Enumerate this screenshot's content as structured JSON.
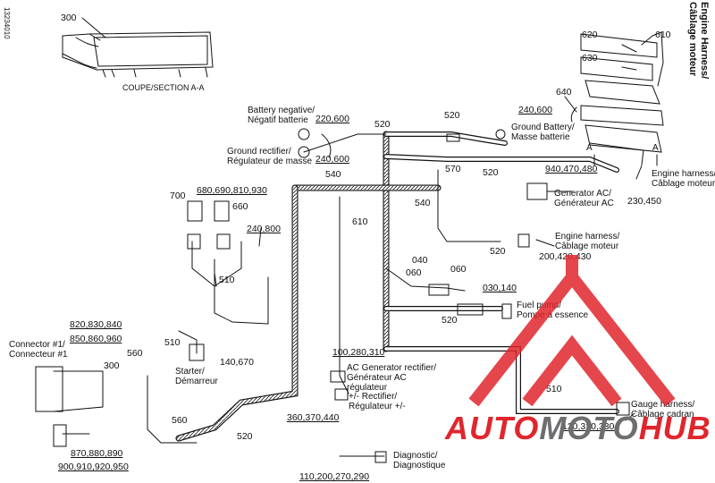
{
  "doc_code": "13234010",
  "title_line1": "Engine Harness/",
  "title_line2": "Câblage moteur",
  "section_caption": "COUPE/SECTION A-A",
  "parts": {
    "p300_top": "300",
    "p620": "620",
    "p610_top": "610",
    "p630": "630",
    "p640": "640",
    "p520_a": "520",
    "p520_b": "520",
    "p220_600": "220,600",
    "p240_600_gr": "240,600",
    "p240_600_bat": "240,600",
    "p540_a": "540",
    "p570": "570",
    "p520_c": "520",
    "p940": "940,470,480",
    "p700": "700",
    "p680": "680,690,810,930",
    "p660": "660",
    "p610_mid": "610",
    "p540_b": "540",
    "p230_450": "230,450",
    "p240_800": "240,800",
    "p520_d": "520",
    "p200_420": "200,420,430",
    "p040": "040",
    "p060_a": "060",
    "p060_b": "060",
    "p030_140": "030,140",
    "p510_a": "510",
    "p520_e": "520",
    "p820": "820,830,840",
    "p850": "850,860,960",
    "p510_b": "510",
    "p100_280": "100,280,310",
    "p300_mid": "300",
    "p560_a": "560",
    "p140_670": "140,670",
    "p360": "360,370,440",
    "p510_c": "510",
    "p560_b": "560",
    "p520_f": "520",
    "p120": "120,320,330",
    "p870": "870,880,890",
    "p900": "900,910,920,950",
    "p110": "110,200,270,290"
  },
  "labels": {
    "battery_neg": [
      "Battery negative/",
      "Négatif batterie"
    ],
    "ground_battery": [
      "Ground Battery/",
      "Masse batterie"
    ],
    "ground_rectifier": [
      "Ground rectifier/",
      "Régulateur de masse"
    ],
    "engine_harness_a": [
      "Engine harness/",
      "Câblage moteur"
    ],
    "generator_ac": [
      "Generator AC/",
      "Générateur AC"
    ],
    "engine_harness_b": [
      "Engine harness/",
      "Câblage moteur"
    ],
    "fuel_pump": [
      "Fuel pump/",
      "Pompe à essence"
    ],
    "connector1": [
      "Connector #1/",
      "Connecteur #1"
    ],
    "starter": [
      "Starter/",
      "Démarreur"
    ],
    "ac_rectifier": [
      "AC Generator rectifier/",
      "Générateur AC",
      "régulateur"
    ],
    "rectifier_pm": [
      "+/- Rectifier/",
      "Régulateur +/-"
    ],
    "gauge_harness": [
      "Gauge harness/",
      "Câblage cadran"
    ],
    "diagnostic": [
      "Diagnostic/",
      "Diagnostique"
    ]
  },
  "section_marks": {
    "a1": "A",
    "a2": "A"
  },
  "watermark": {
    "part1": "AUTO",
    "part2": "MOTO",
    "part3": "HUB"
  },
  "colors": {
    "watermark_red": "#e0262d",
    "watermark_grey": "#6d6e70",
    "line": "#111111"
  }
}
